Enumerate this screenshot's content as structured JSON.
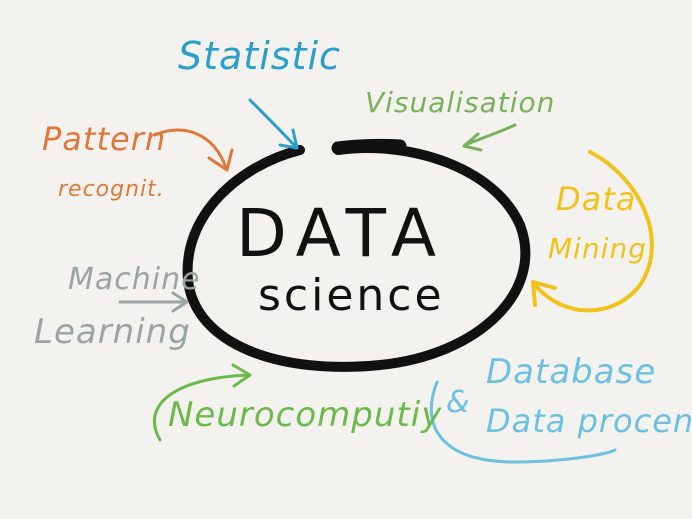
{
  "center": {
    "line1": "DATA",
    "line2": "science"
  },
  "topics": {
    "statistic": "Statistic",
    "visualisation": "Visualisation",
    "pattern_line1": "Pattern",
    "pattern_line2": "recognit.",
    "data_mining_line1": "Data",
    "data_mining_line2": "Mining",
    "machine_learning_line1": "Machine",
    "machine_learning_line2": "Learning",
    "neurocomputing": "Neurocomputiy",
    "ampersand": "&",
    "database_line1": "Database",
    "database_line2": "Data procens"
  },
  "colors": {
    "background": "#f3f2ee",
    "ink": "#111111",
    "statistic": "#2a9fc9",
    "visualisation": "#7ab05a",
    "pattern": "#e2773a",
    "data_mining": "#f2c21b",
    "machine_learning": "#9aa4a6",
    "neurocomputing": "#6dba4c",
    "database": "#6cc0e0"
  }
}
